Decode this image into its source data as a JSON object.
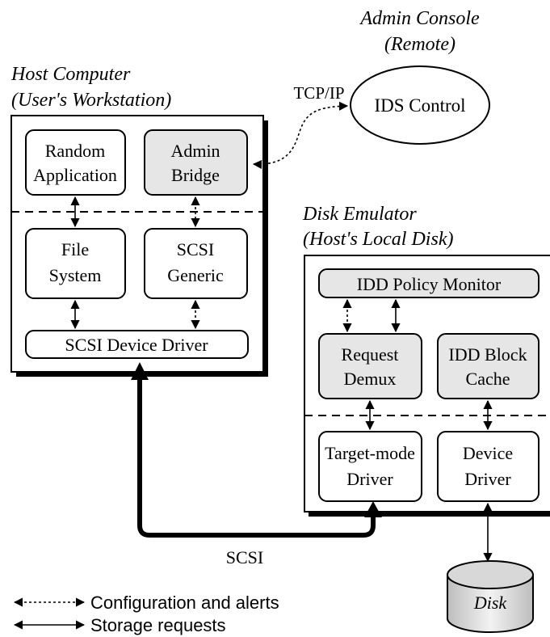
{
  "admin_console": {
    "title_line1": "Admin Console",
    "title_line2": "(Remote)",
    "ellipse_label": "IDS Control",
    "link_label": "TCP/IP"
  },
  "host": {
    "title_line1": "Host Computer",
    "title_line2": "(User's Workstation)",
    "random_app": [
      "Random",
      "Application"
    ],
    "admin_bridge": [
      "Admin",
      "Bridge"
    ],
    "file_system": [
      "File",
      "System"
    ],
    "scsi_generic": [
      "SCSI",
      "Generic"
    ],
    "scsi_driver": "SCSI Device Driver"
  },
  "emulator": {
    "title_line1": "Disk Emulator",
    "title_line2": "(Host's Local Disk)",
    "policy_monitor": "IDD Policy Monitor",
    "request_demux": [
      "Request",
      "Demux"
    ],
    "block_cache": [
      "IDD Block",
      "Cache"
    ],
    "target_driver": [
      "Target-mode",
      "Driver"
    ],
    "device_driver": [
      "Device",
      "Driver"
    ]
  },
  "scsi_bus_label": "SCSI",
  "disk_label": "Disk",
  "legend": {
    "dotted": "Configuration and alerts",
    "solid": "Storage requests"
  },
  "colors": {
    "highlight_fill": "#e6e6e6",
    "stroke": "#000000",
    "background": "#ffffff"
  }
}
